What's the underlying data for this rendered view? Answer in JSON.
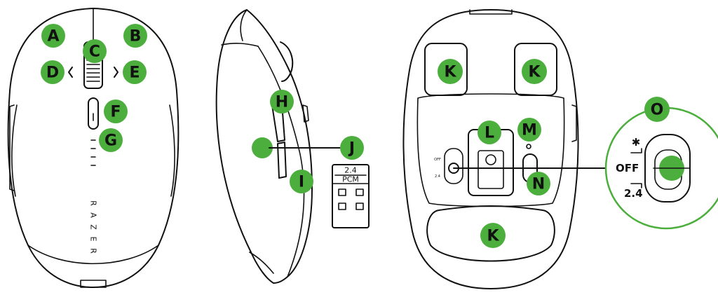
{
  "callouts": {
    "a": "A",
    "b": "B",
    "c": "C",
    "d": "D",
    "e": "E",
    "f": "F",
    "g": "G",
    "h": "H",
    "i": "I",
    "j": "J",
    "k1": "K",
    "k2": "K",
    "k3": "K",
    "l": "L",
    "m": "M",
    "n": "N",
    "o": "O"
  },
  "brand_letters": [
    "R",
    "A",
    "Z",
    "E",
    "R"
  ],
  "dongle": {
    "line1": "2.4",
    "line2": "PCM"
  },
  "switch_zoom": {
    "bluetooth_glyph": "✱",
    "off_label": "OFF",
    "mode_24_label": "2.4"
  },
  "switch_small": {
    "off_label": "OFF",
    "mode_24_label": "2.4"
  },
  "colors": {
    "callout": "#4caf3d",
    "outline": "#111111"
  }
}
